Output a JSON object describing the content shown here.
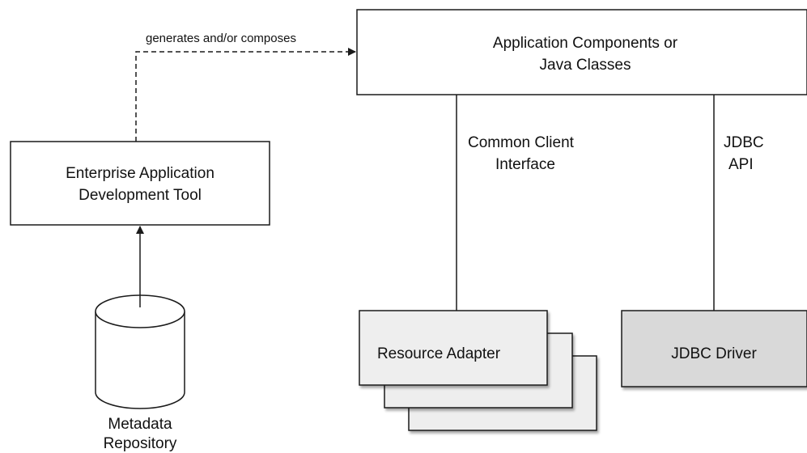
{
  "diagram": {
    "app_components": {
      "line1": "Application Components or",
      "line2": "Java Classes"
    },
    "dev_tool": {
      "line1": "Enterprise Application",
      "line2": "Development Tool"
    },
    "metadata_repository": {
      "line1": "Metadata",
      "line2": "Repository"
    },
    "resource_adapter": {
      "label": "Resource Adapter"
    },
    "jdbc_driver": {
      "label": "JDBC Driver"
    },
    "connectors": {
      "generates": "generates and/or composes",
      "cci_line1": "Common Client",
      "cci_line2": "Interface",
      "jdbc_api_line1": "JDBC",
      "jdbc_api_line2": "API"
    },
    "colors": {
      "box_fill": "#ffffff",
      "adapter_fill": "#eeeeee",
      "driver_fill": "#d9d9d9",
      "stroke": "#1a1a1a"
    }
  }
}
